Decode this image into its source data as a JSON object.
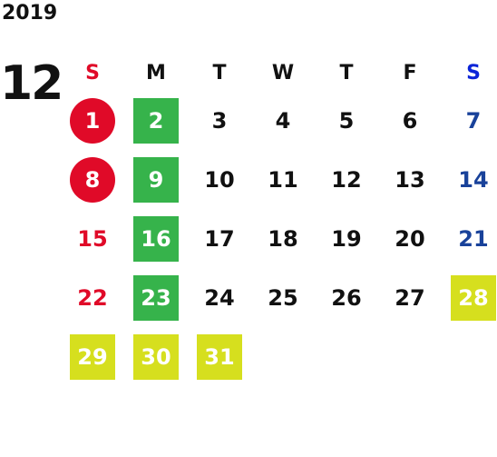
{
  "calendar": {
    "year": "2019",
    "month": "12",
    "weekdays": [
      "S",
      "M",
      "T",
      "W",
      "T",
      "F",
      "S"
    ],
    "colors": {
      "holiday_red": "#e00a28",
      "sunday_red_text": "#e00a28",
      "saturday_blue_text": "#19429a",
      "saturday_blue_head": "#0b24d8",
      "green_highlight": "#36b34b",
      "yellow_highlight": "#d6df1e"
    },
    "days": [
      {
        "label": "1",
        "style": "circle-red"
      },
      {
        "label": "2",
        "style": "green"
      },
      {
        "label": "3",
        "style": "plain"
      },
      {
        "label": "4",
        "style": "plain"
      },
      {
        "label": "5",
        "style": "plain"
      },
      {
        "label": "6",
        "style": "plain"
      },
      {
        "label": "7",
        "style": "blue-text"
      },
      {
        "label": "8",
        "style": "circle-red"
      },
      {
        "label": "9",
        "style": "green"
      },
      {
        "label": "10",
        "style": "plain"
      },
      {
        "label": "11",
        "style": "plain"
      },
      {
        "label": "12",
        "style": "plain"
      },
      {
        "label": "13",
        "style": "plain"
      },
      {
        "label": "14",
        "style": "blue-text"
      },
      {
        "label": "15",
        "style": "red-text"
      },
      {
        "label": "16",
        "style": "green"
      },
      {
        "label": "17",
        "style": "plain"
      },
      {
        "label": "18",
        "style": "plain"
      },
      {
        "label": "19",
        "style": "plain"
      },
      {
        "label": "20",
        "style": "plain"
      },
      {
        "label": "21",
        "style": "blue-text"
      },
      {
        "label": "22",
        "style": "red-text"
      },
      {
        "label": "23",
        "style": "green"
      },
      {
        "label": "24",
        "style": "plain"
      },
      {
        "label": "25",
        "style": "plain"
      },
      {
        "label": "26",
        "style": "plain"
      },
      {
        "label": "27",
        "style": "plain"
      },
      {
        "label": "28",
        "style": "yellow"
      },
      {
        "label": "29",
        "style": "yellow"
      },
      {
        "label": "30",
        "style": "yellow"
      },
      {
        "label": "31",
        "style": "yellow"
      }
    ]
  }
}
